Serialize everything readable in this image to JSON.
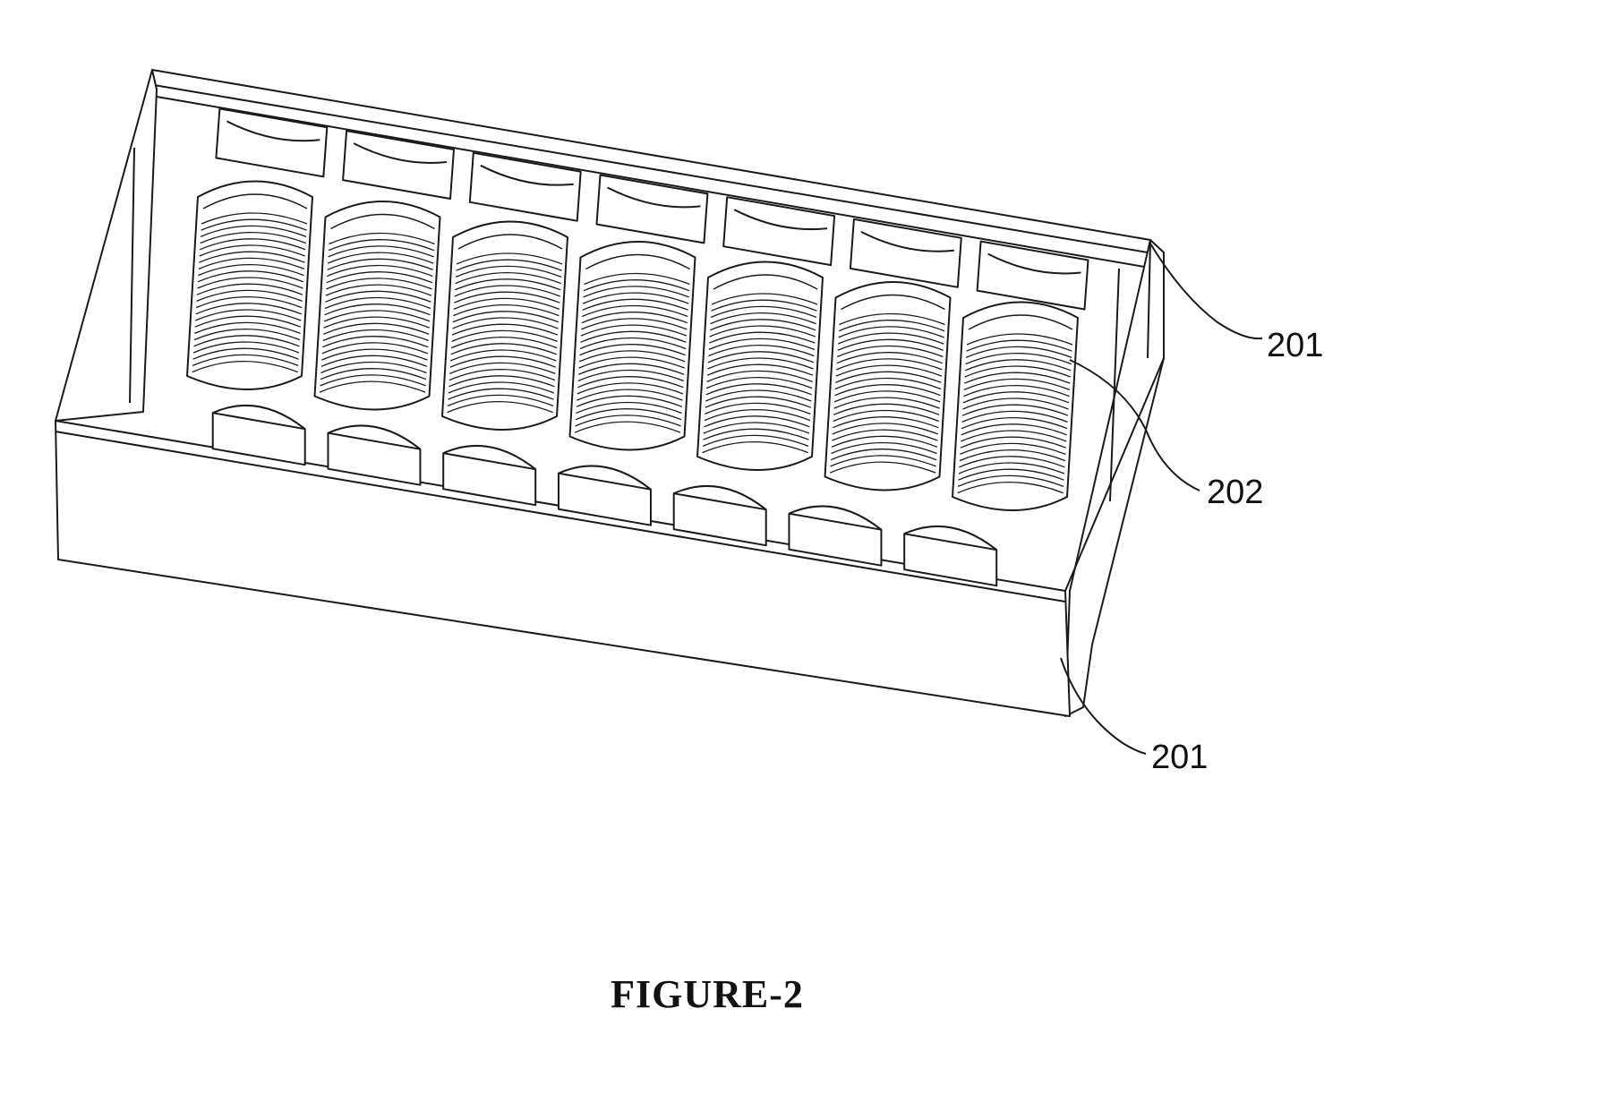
{
  "figure": {
    "caption": "FIGURE-2",
    "line_color": "#1a1a1a",
    "background": "#ffffff"
  },
  "callouts": [
    {
      "label": "201",
      "target": "lid-upper-right-corner"
    },
    {
      "label": "202",
      "target": "wafer-stack-right"
    },
    {
      "label": "201",
      "target": "box-front-wall-right"
    }
  ],
  "wafer_stacks": 7,
  "slot_count_front": 7,
  "slot_count_back": 7
}
